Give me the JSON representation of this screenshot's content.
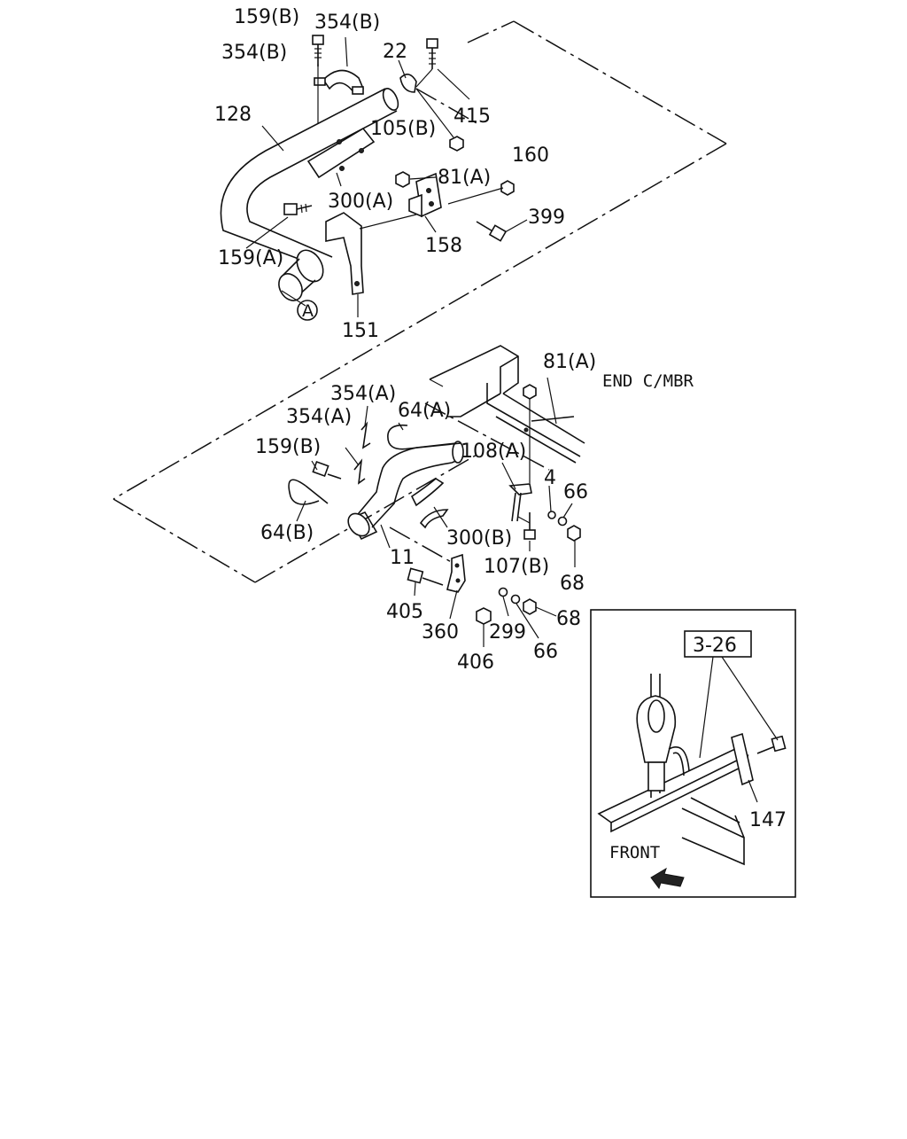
{
  "labels": {
    "p159b_top": "159(B)",
    "p354b_top": "354(B)",
    "p354b_left": "354(B)",
    "p22": "22",
    "p415": "415",
    "p128": "128",
    "p105b": "105(B)",
    "p160": "160",
    "p81a_top": "81(A)",
    "p300a": "300(A)",
    "p399": "399",
    "p159a": "159(A)",
    "p158": "158",
    "circle_a": "A",
    "p151": "151",
    "p81a_mid": "81(A)",
    "end_cmbr": "END C/MBR",
    "p354a_1": "354(A)",
    "p354a_2": "354(A)",
    "p64a": "64(A)",
    "p159b_mid": "159(B)",
    "p108a": "108(A)",
    "p4": "4",
    "p66_top": "66",
    "p64b": "64(B)",
    "p300b": "300(B)",
    "p107b": "107(B)",
    "p68_top": "68",
    "p11": "11",
    "p405": "405",
    "p360": "360",
    "p299": "299",
    "p66_bot": "66",
    "p68_bot": "68",
    "p406": "406",
    "inset_ref": "3-26",
    "p147": "147",
    "front": "FRONT"
  }
}
